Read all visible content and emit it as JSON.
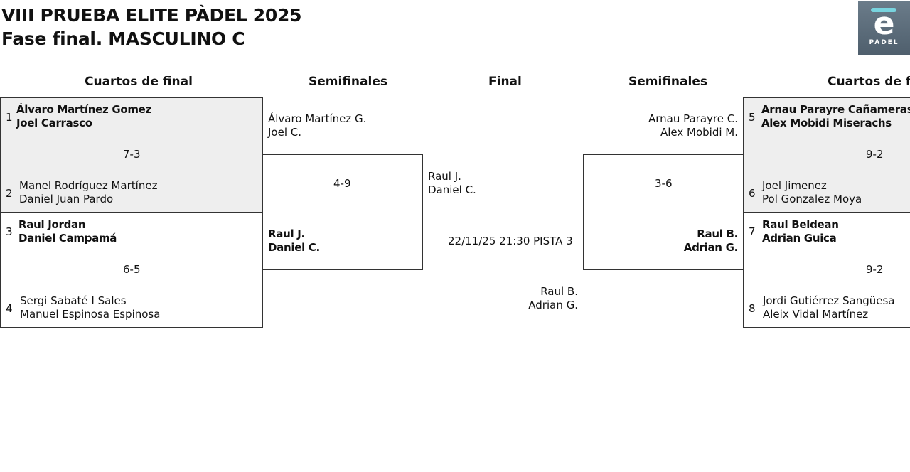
{
  "header": {
    "title": "VIII PRUEBA ELITE PÀDEL 2025",
    "subtitle": "Fase final. MASCULINO C",
    "logo_letter": "e",
    "logo_word": "PADEL"
  },
  "columns": {
    "qf_left": "Cuartos de final",
    "sf_left": "Semifinales",
    "final": "Final",
    "sf_right": "Semifinales",
    "qf_right": "Cuartos de final"
  },
  "quarterfinals": [
    {
      "score": "7-3",
      "top": {
        "seed": "1",
        "p1": "Álvaro Martínez Gomez",
        "p2": "Joel Carrasco"
      },
      "bottom": {
        "seed": "2",
        "p1": "Manel Rodríguez Martínez",
        "p2": "Daniel Juan Pardo"
      }
    },
    {
      "score": "6-5",
      "top": {
        "seed": "3",
        "p1": "Raul Jordan",
        "p2": "Daniel Campamá"
      },
      "bottom": {
        "seed": "4",
        "p1": "Sergi Sabaté I Sales",
        "p2": "Manuel Espinosa Espinosa"
      }
    },
    {
      "score": "9-2",
      "top": {
        "seed": "5",
        "p1": "Arnau Parayre Cañameras",
        "p2": "Alex Mobidi Miserachs"
      },
      "bottom": {
        "seed": "6",
        "p1": "Joel Jimenez",
        "p2": "Pol Gonzalez Moya"
      }
    },
    {
      "score": "9-2",
      "top": {
        "seed": "7",
        "p1": "Raul Beldean",
        "p2": "Adrian Guica"
      },
      "bottom": {
        "seed": "8",
        "p1": "Jordi Gutiérrez Sangüesa",
        "p2": "Aleix Vidal Martínez"
      }
    }
  ],
  "semifinals": [
    {
      "score": "4-9",
      "top": {
        "p1": "Álvaro Martínez G.",
        "p2": "Joel C."
      },
      "bottom": {
        "p1": "Raul J.",
        "p2": "Daniel C."
      }
    },
    {
      "score": "3-6",
      "top": {
        "p1": "Arnau Parayre C.",
        "p2": "Alex Mobidi M."
      },
      "bottom": {
        "p1": "Raul B.",
        "p2": "Adrian G."
      }
    }
  ],
  "final": {
    "top": {
      "p1": "Raul J.",
      "p2": "Daniel C."
    },
    "schedule": "22/11/25 21:30 PISTA 3",
    "bottom": {
      "p1": "Raul B.",
      "p2": "Adrian G."
    }
  }
}
